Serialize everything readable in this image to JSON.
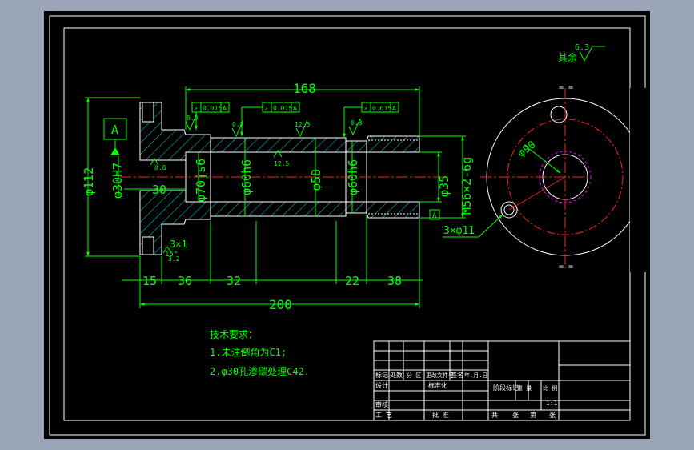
{
  "colors": {
    "background": "#9aa4b7",
    "sheet": "#000000",
    "frame": "#ffffff",
    "dimension": "#00ff00",
    "outline": "#ffffff",
    "hatch": "#00d8d8",
    "centerline": "#ff2020",
    "hidden": "#ff00ff"
  },
  "dimensions": {
    "overall_length": "200",
    "inner_length": "168",
    "d112": "φ112",
    "d30H7": "φ30H7",
    "d70js6": "φ70js6",
    "d60h6_a": "φ60h6",
    "d58": "φ58",
    "d60h6_b": "φ60h6",
    "d35": "φ35",
    "thread": "M56×2-6g",
    "d90": "φ90",
    "holes": "3×φ11",
    "len_30": "30",
    "len_15": "15",
    "len_36": "36",
    "len_32": "32",
    "len_22": "22",
    "len_38": "38",
    "chamfer": "3×1",
    "angle": "15°"
  },
  "tolerance_frames": [
    {
      "symbol": "↗",
      "value": "0.015",
      "datum": "A"
    },
    {
      "symbol": "↗",
      "value": "0.015",
      "datum": "A"
    },
    {
      "symbol": "↗",
      "value": "0.015",
      "datum": "A"
    }
  ],
  "roughness": {
    "r1": "0.8",
    "r2": "0.8",
    "r3": "12.5",
    "r4": "0.8",
    "r5": "0.8",
    "r6": "12.5",
    "r7": "3.2",
    "rest_value": "6.3",
    "rest_label": "其余"
  },
  "datum": {
    "label": "A",
    "label_small": "A"
  },
  "notes": {
    "title": "技术要求：",
    "line1": "1.未注倒角为C1;",
    "line2": "2.φ30孔渗碳处理C42."
  },
  "title_block": {
    "c1": "标记",
    "c2": "处数",
    "c3": "分 区",
    "c4": "更改文件号",
    "c5": "签名",
    "c6": "年.月.日",
    "c7": "设计",
    "c8": "标准化",
    "c9": "阶段标记",
    "c10": "重 量",
    "c11": "比 例",
    "c12": "1:1",
    "c13": "审核",
    "c14": "工 艺",
    "c15": "批 准",
    "c16": "共",
    "c17": "张",
    "c18": "第",
    "c19": "张"
  }
}
